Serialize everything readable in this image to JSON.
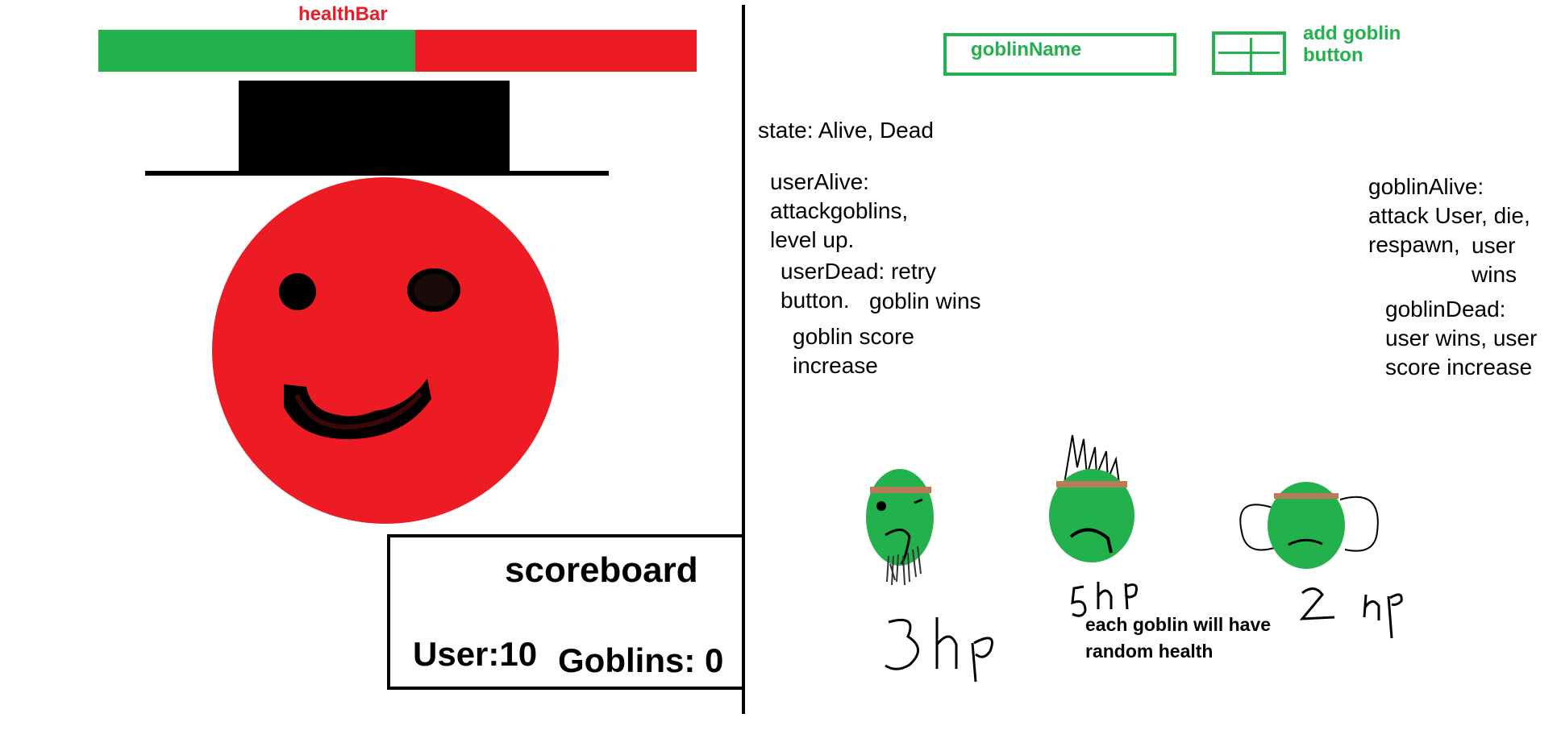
{
  "health_bar": {
    "label": "healthBar",
    "fill": 0.53,
    "full_color": "#22b14c",
    "empty_color": "#ed1c24"
  },
  "player": {
    "face_color": "#ed1c24",
    "hat_color": "#000000"
  },
  "scoreboard": {
    "title": "scoreboard",
    "user": "User:10",
    "goblins": "Goblins: 0"
  },
  "goblin_form": {
    "name_placeholder": "goblinName",
    "add_label": "add goblin\nbutton",
    "add_icon": "plus-icon"
  },
  "notes": {
    "state": "state: Alive, Dead",
    "user_alive": "userAlive:\nattackgoblins,\nlevel up.",
    "user_dead": "userDead: retry\nbutton.",
    "goblin_wins": "goblin wins",
    "goblin_score": "goblin score\nincrease",
    "goblin_alive": "goblinAlive:\nattack User, die,\nrespawn,",
    "user_wins": "user\nwins",
    "goblin_dead": "goblinDead:\nuser wins, user\nscore increase"
  },
  "goblins": [
    {
      "variant": "bearded",
      "hp_label": "3 hp",
      "color": "#22b14c",
      "band_color": "#b97a57"
    },
    {
      "variant": "spiky-hair",
      "hp_label": "5 hp",
      "color": "#22b14c",
      "band_color": "#b97a57"
    },
    {
      "variant": "big-ears",
      "hp_label": "2 hp",
      "color": "#22b14c",
      "band_color": "#b97a57"
    }
  ],
  "hp_note": "each goblin will have\nrandom health"
}
